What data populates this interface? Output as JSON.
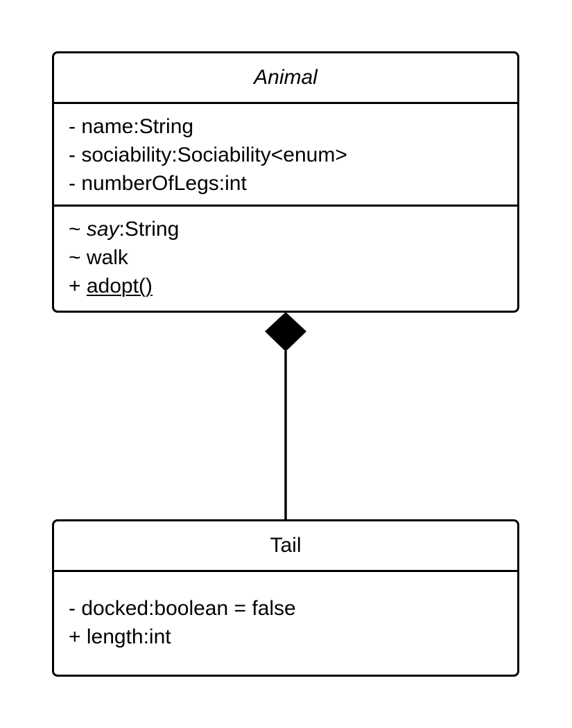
{
  "classes": {
    "animal": {
      "name": "Animal",
      "attributes": [
        "- name:String",
        "- sociability:Sociability<enum>",
        "- numberOfLegs:int"
      ],
      "operations": [
        {
          "prefix": "~ ",
          "name": "say",
          "suffix": ":String",
          "name_style": "italic"
        },
        {
          "prefix": "~ ",
          "name": "walk",
          "suffix": "",
          "name_style": "normal"
        },
        {
          "prefix": "+ ",
          "name": "adopt()",
          "suffix": "",
          "name_style": "underline"
        }
      ]
    },
    "tail": {
      "name": "Tail",
      "attributes": [
        "- docked:boolean = false",
        "+ length:int"
      ]
    }
  },
  "relationship": {
    "type": "composition",
    "whole": "Animal",
    "part": "Tail",
    "marker": "filled-diamond",
    "color": "#000000"
  }
}
